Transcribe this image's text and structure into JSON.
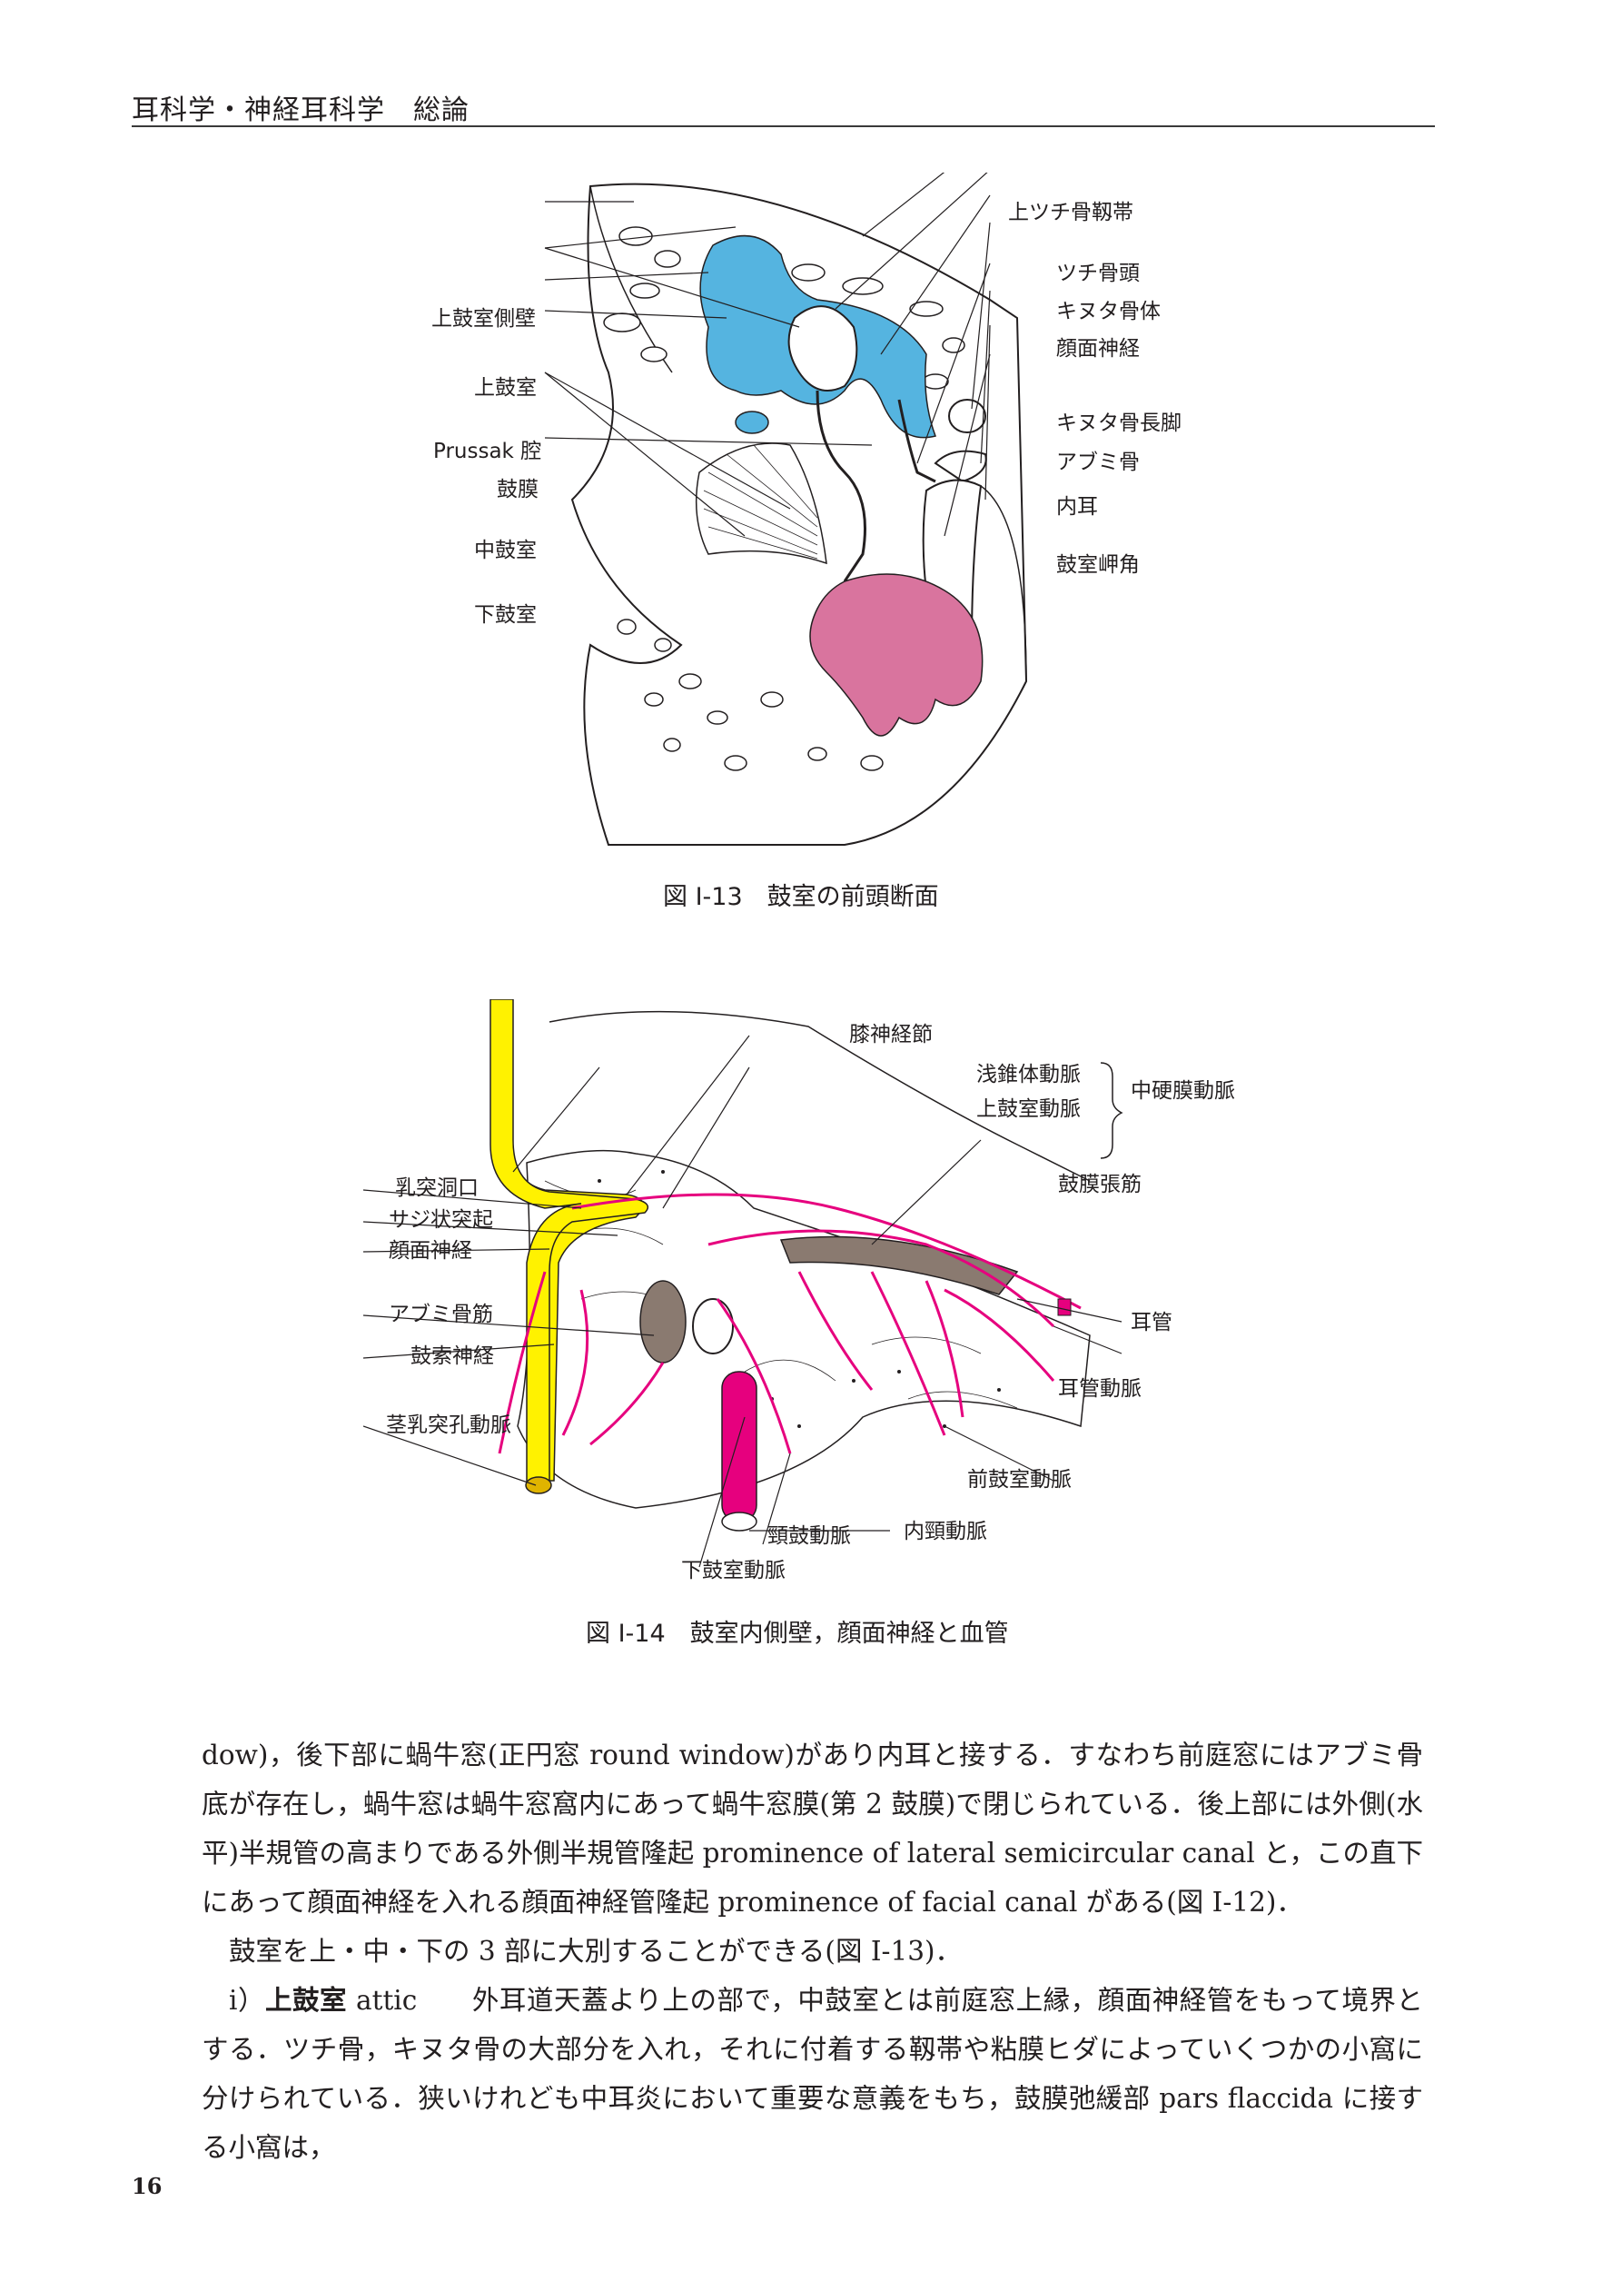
{
  "running_head": "耳科学・神経耳科学　総論",
  "page_number": "16",
  "figure13": {
    "caption": "図 Ⅰ-13　鼓室の前頭断面",
    "labels_left": [
      "上鼓室側壁",
      "上鼓室",
      "Prussak 腔",
      "鼓膜",
      "中鼓室",
      "下鼓室"
    ],
    "labels_right": [
      "上ツチ骨靱帯",
      "ツチ骨頭",
      "キヌタ骨体",
      "顔面神経",
      "キヌタ骨長脚",
      "アブミ骨",
      "内耳",
      "鼓室岬角"
    ]
  },
  "figure14": {
    "caption": "図 Ⅰ-14　鼓室内側壁，顔面神経と血管",
    "labels_left": [
      "乳突洞口",
      "サジ状突起",
      "顔面神経",
      "アブミ骨筋",
      "鼓索神経",
      "茎乳突孔動脈"
    ],
    "labels_top": [
      "膝神経節",
      "浅錐体動脈",
      "上鼓室動脈",
      "中硬膜動脈"
    ],
    "labels_right": [
      "鼓膜張筋",
      "耳管",
      "耳管動脈",
      "前鼓室動脈",
      "内頸動脈"
    ],
    "labels_bottom": [
      "頸鼓動脈",
      "下鼓室動脈"
    ]
  },
  "body": {
    "p1": "dow)，後下部に蝸牛窓(正円窓 round window)があり内耳と接する．すなわち前庭窓にはアブミ骨底が存在し，蝸牛窓は蝸牛窓窩内にあって蝸牛窓膜(第 2 鼓膜)で閉じられている．後上部には外側(水平)半規管の高まりである外側半規管隆起 prominence of lateral semicircular canal と，この直下にあって顔面神経を入れる顔面神経管隆起 prominence of facial canal がある(図 Ⅰ-12)．",
    "p2": "鼓室を上・中・下の 3 部に大別することができる(図 Ⅰ-13)．",
    "p3_prefix": "ⅰ）",
    "p3_term": "上鼓室",
    "p3": " attic　　外耳道天蓋より上の部で，中鼓室とは前庭窓上縁，顔面神経管をもって境界とする．ツチ骨，キヌタ骨の大部分を入れ，それに付着する靱帯や粘膜ヒダによっていくつかの小窩に分けられている．狭いけれども中耳炎において重要な意義をもち，鼓膜弛緩部 pars flaccida に接する小窩は，"
  },
  "colors": {
    "epitympanum": "#55b4e0",
    "hypotympanum": "#d9749e",
    "facial_nerve": "#fff200",
    "artery": "#e6007e"
  }
}
